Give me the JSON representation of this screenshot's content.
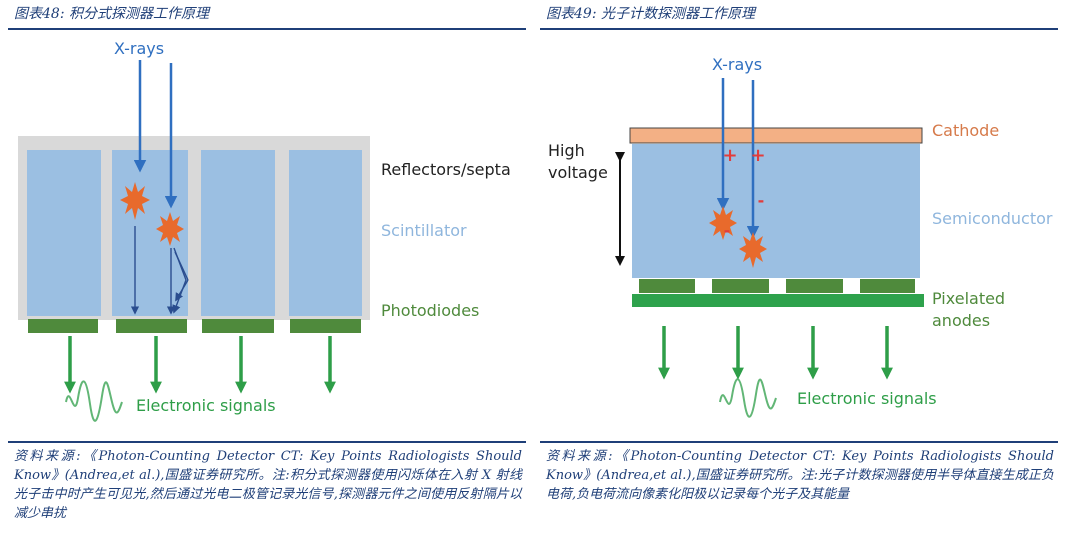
{
  "left": {
    "figure_title": "图表48:  积分式探测器工作原理",
    "labels": {
      "xrays": "X-rays",
      "reflectors": "Reflectors/septa",
      "scintillator": "Scintillator",
      "photodiodes": "Photodiodes",
      "signals": "Electronic signals"
    },
    "source": "资料来源:《Photon-Counting Detector CT: Key Points Radiologists Should Know》(Andrea,et al.),国盛证券研究所。注:积分式探测器使用闪烁体在入射 X 射线光子击中时产生可见光,然后通过光电二极管记录光信号,探测器元件之间使用反射隔片以减少串扰"
  },
  "right": {
    "figure_title": "图表49:  光子计数探测器工作原理",
    "labels": {
      "xrays": "X-rays",
      "high": "High",
      "voltage": "voltage",
      "cathode": "Cathode",
      "semiconductor": "Semiconductor",
      "pixelated": "Pixelated",
      "anodes": "anodes",
      "signals": "Electronic signals",
      "plus": "+",
      "minus": "-"
    },
    "source": "资料来源:《Photon-Counting Detector CT: Key Points Radiologists Should Know》(Andrea,et al.),国盛证券研究所。注:光子计数探测器使用半导体直接生成正负电荷,负电荷流向像素化阳极以记录每个光子及其能量"
  },
  "colors": {
    "caption": "#1f3f78",
    "scintillator": "#9bbfe2",
    "septa": "#d9d9d9",
    "photodiode": "#4f8a3c",
    "green_arrow": "#2e9e48",
    "xray_arrow": "#2f6fc0",
    "spark": "#e86a2c",
    "cathode": "#f3b085",
    "cathode_text": "#d67a4a",
    "scint_text": "#8fb6dd",
    "photodiode_text": "#4f8a3c",
    "signal_text": "#2e9e48",
    "charge": "#e23c3c"
  }
}
